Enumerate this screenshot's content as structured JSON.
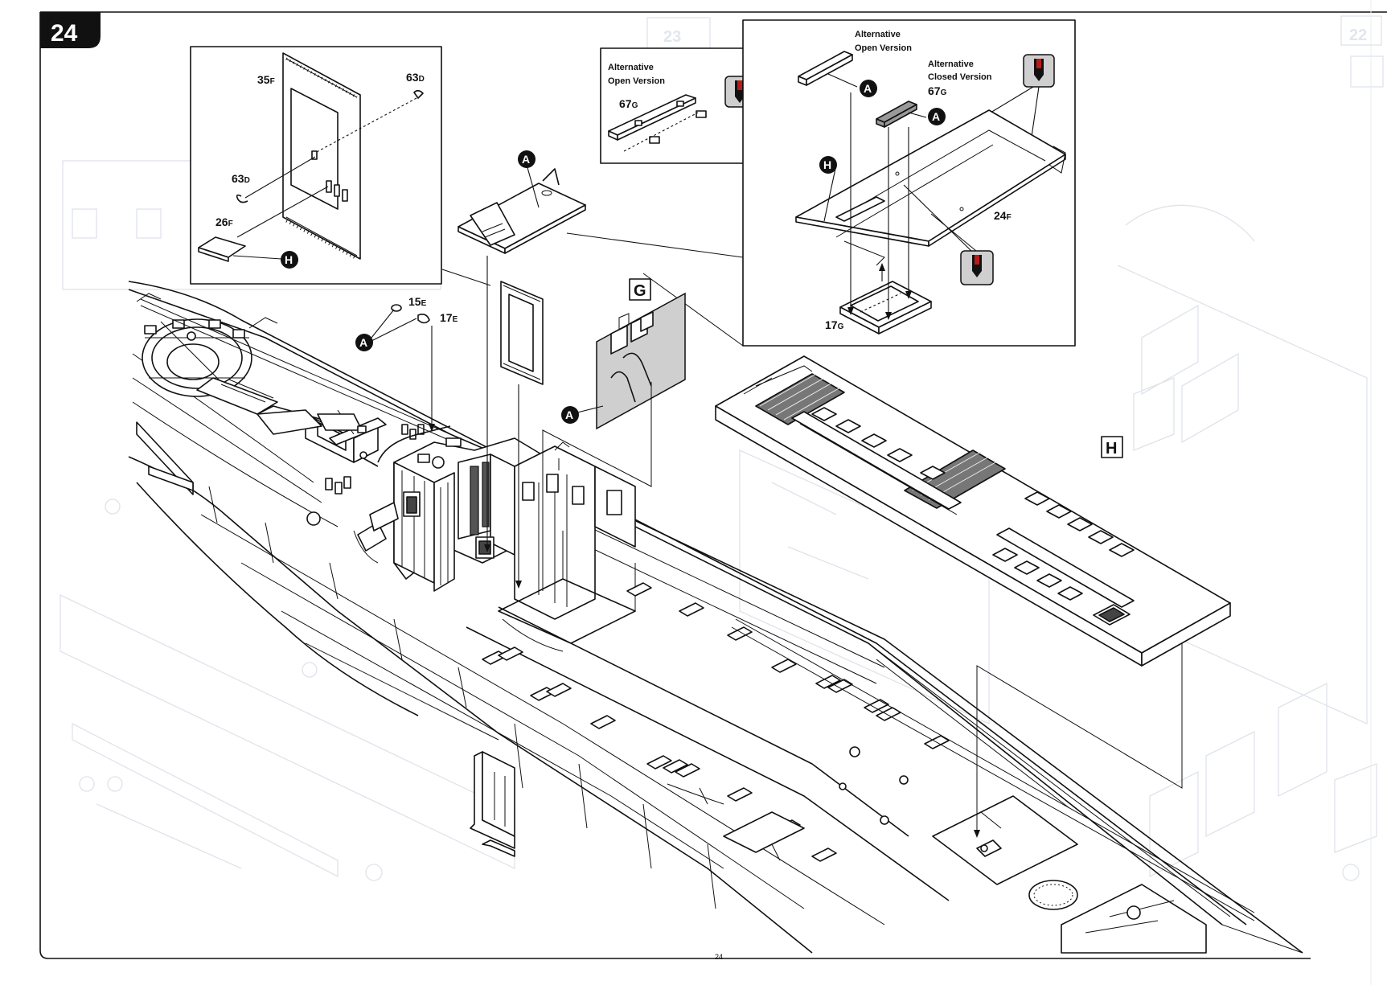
{
  "step_number": "24",
  "page_number": "24",
  "sub_assembly_labels": [
    "G",
    "H"
  ],
  "callouts": {
    "hatch_inset": {
      "part_35": "35",
      "part_35_sub": "F",
      "part_63_top": "63",
      "part_63_top_sub": "D",
      "part_63_left": "63",
      "part_63_left_sub": "D",
      "part_26": "26",
      "part_26_sub": "F",
      "badge": "H"
    },
    "alt_open_inset": {
      "title_line1": "Alternative",
      "title_line2": "Open Version",
      "part_67": "67",
      "part_67_sub": "G"
    },
    "right_inset": {
      "alt_open_line1": "Alternative",
      "alt_open_line2": "Open Version",
      "alt_closed_line1": "Alternative",
      "alt_closed_line2": "Closed Version",
      "part_67": "67",
      "part_67_sub": "G",
      "part_24": "24",
      "part_24_sub": "F",
      "part_17": "17",
      "part_17_sub": "G",
      "badge_a1": "A",
      "badge_a2": "A",
      "badge_h": "H"
    },
    "main": {
      "part_15": "15",
      "part_15_sub": "E",
      "part_17": "17",
      "part_17_sub": "E",
      "badge_a_fittings": "A",
      "badge_a_deck": "A",
      "badge_a_bulkhead": "A"
    }
  },
  "icons": [
    "glue-applicator-icon",
    "cement-badge-icon"
  ]
}
